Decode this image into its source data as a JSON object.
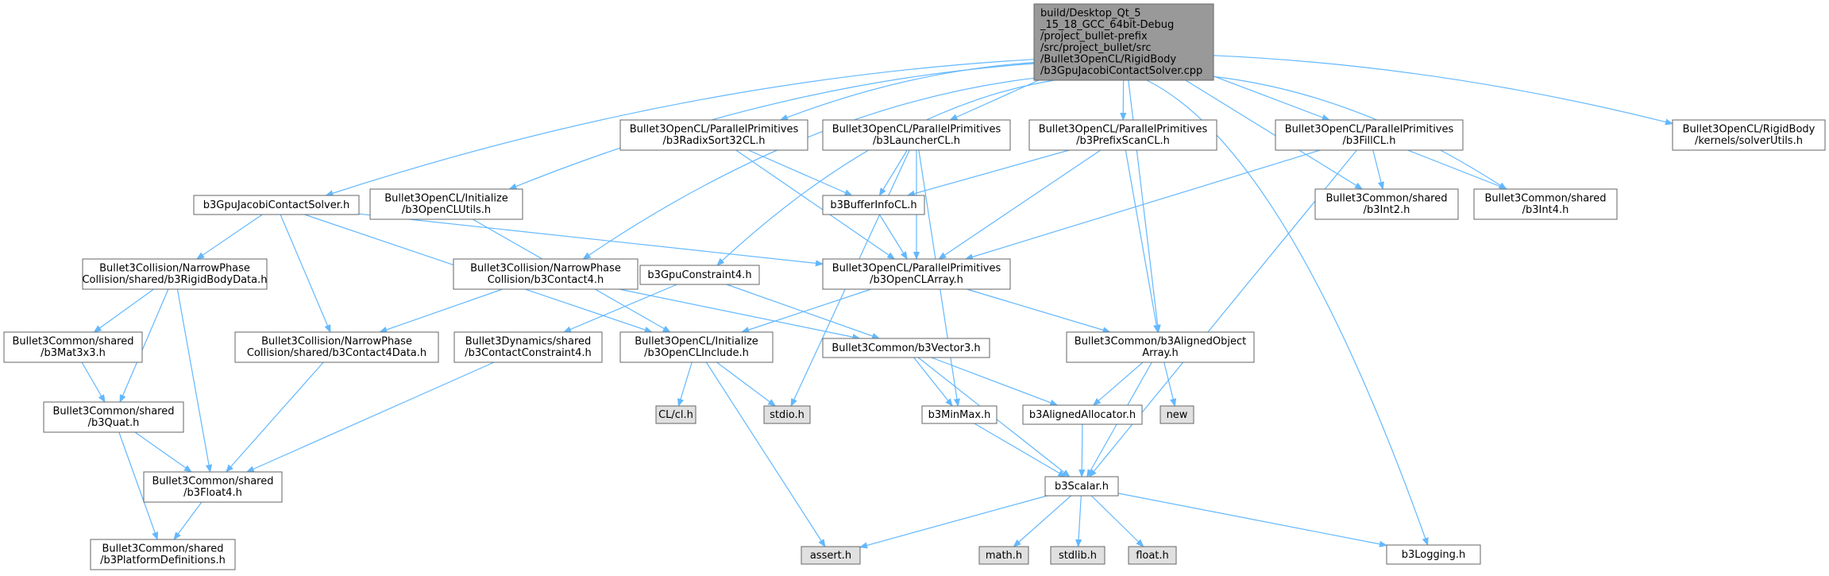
{
  "colors": {
    "root_fill": "#999999",
    "node_fill": "#ffffff",
    "system_fill": "#e0e0e0",
    "border": "#666666",
    "edge": "#63b8ff"
  },
  "nodes": [
    {
      "id": "root",
      "kind": "root",
      "lines": [
        "build/Desktop_Qt_5",
        "_15_18_GCC_64bit-Debug",
        "/project_bullet-prefix",
        "/src/project_bullet/src",
        "/Bullet3OpenCL/RigidBody",
        "/b3GpuJacobiContactSolver.cpp"
      ]
    },
    {
      "id": "solverh",
      "kind": "header",
      "lines": [
        "b3GpuJacobiContactSolver.h"
      ]
    },
    {
      "id": "utils",
      "kind": "header",
      "lines": [
        "Bullet3OpenCL/Initialize",
        "/b3OpenCLUtils.h"
      ]
    },
    {
      "id": "contact4",
      "kind": "header",
      "lines": [
        "Bullet3Collision/NarrowPhase",
        "Collision/b3Contact4.h"
      ]
    },
    {
      "id": "gpuconstraint",
      "kind": "header",
      "lines": [
        "b3GpuConstraint4.h"
      ]
    },
    {
      "id": "radix",
      "kind": "header",
      "lines": [
        "Bullet3OpenCL/ParallelPrimitives",
        "/b3RadixSort32CL.h"
      ]
    },
    {
      "id": "launcher",
      "kind": "header",
      "lines": [
        "Bullet3OpenCL/ParallelPrimitives",
        "/b3LauncherCL.h"
      ]
    },
    {
      "id": "prefix",
      "kind": "header",
      "lines": [
        "Bullet3OpenCL/ParallelPrimitives",
        "/b3PrefixScanCL.h"
      ]
    },
    {
      "id": "fill",
      "kind": "header",
      "lines": [
        "Bullet3OpenCL/ParallelPrimitives",
        "/b3FillCL.h"
      ]
    },
    {
      "id": "solverutils",
      "kind": "header",
      "lines": [
        "Bullet3OpenCL/RigidBody",
        "/kernels/solverUtils.h"
      ]
    },
    {
      "id": "bufferinfo",
      "kind": "header",
      "lines": [
        "b3BufferInfoCL.h"
      ]
    },
    {
      "id": "int2",
      "kind": "header",
      "lines": [
        "Bullet3Common/shared",
        "/b3Int2.h"
      ]
    },
    {
      "id": "int4",
      "kind": "header",
      "lines": [
        "Bullet3Common/shared",
        "/b3Int4.h"
      ]
    },
    {
      "id": "rigidbody",
      "kind": "header",
      "lines": [
        "Bullet3Collision/NarrowPhase",
        "Collision/shared/b3RigidBodyData.h"
      ]
    },
    {
      "id": "openclarray",
      "kind": "header",
      "lines": [
        "Bullet3OpenCL/ParallelPrimitives",
        "/b3OpenCLArray.h"
      ]
    },
    {
      "id": "mat3x3",
      "kind": "header",
      "lines": [
        "Bullet3Common/shared",
        "/b3Mat3x3.h"
      ]
    },
    {
      "id": "contact4data",
      "kind": "header",
      "lines": [
        "Bullet3Collision/NarrowPhase",
        "Collision/shared/b3Contact4Data.h"
      ]
    },
    {
      "id": "contactconstraint",
      "kind": "header",
      "lines": [
        "Bullet3Dynamics/shared",
        "/b3ContactConstraint4.h"
      ]
    },
    {
      "id": "openclinclude",
      "kind": "header",
      "lines": [
        "Bullet3OpenCL/Initialize",
        "/b3OpenCLInclude.h"
      ]
    },
    {
      "id": "vector3",
      "kind": "header",
      "lines": [
        "Bullet3Common/b3Vector3.h"
      ]
    },
    {
      "id": "alignedarray",
      "kind": "header",
      "lines": [
        "Bullet3Common/b3AlignedObject",
        "Array.h"
      ]
    },
    {
      "id": "quat",
      "kind": "header",
      "lines": [
        "Bullet3Common/shared",
        "/b3Quat.h"
      ]
    },
    {
      "id": "clh",
      "kind": "system",
      "lines": [
        "CL/cl.h"
      ]
    },
    {
      "id": "stdio",
      "kind": "system",
      "lines": [
        "stdio.h"
      ]
    },
    {
      "id": "minmax",
      "kind": "header",
      "lines": [
        "b3MinMax.h"
      ]
    },
    {
      "id": "allocator",
      "kind": "header",
      "lines": [
        "b3AlignedAllocator.h"
      ]
    },
    {
      "id": "new",
      "kind": "system",
      "lines": [
        "new"
      ]
    },
    {
      "id": "float4",
      "kind": "header",
      "lines": [
        "Bullet3Common/shared",
        "/b3Float4.h"
      ]
    },
    {
      "id": "scalar",
      "kind": "header",
      "lines": [
        "b3Scalar.h"
      ]
    },
    {
      "id": "platform",
      "kind": "header",
      "lines": [
        "Bullet3Common/shared",
        "/b3PlatformDefinitions.h"
      ]
    },
    {
      "id": "assert",
      "kind": "system",
      "lines": [
        "assert.h"
      ]
    },
    {
      "id": "math",
      "kind": "system",
      "lines": [
        "math.h"
      ]
    },
    {
      "id": "stdlib",
      "kind": "system",
      "lines": [
        "stdlib.h"
      ]
    },
    {
      "id": "floath",
      "kind": "system",
      "lines": [
        "float.h"
      ]
    },
    {
      "id": "logging",
      "kind": "header",
      "lines": [
        "b3Logging.h"
      ]
    }
  ],
  "edges": [
    [
      "root",
      "solverh"
    ],
    [
      "root",
      "utils"
    ],
    [
      "root",
      "contact4"
    ],
    [
      "root",
      "gpuconstraint"
    ],
    [
      "root",
      "radix"
    ],
    [
      "root",
      "launcher"
    ],
    [
      "root",
      "prefix"
    ],
    [
      "root",
      "fill"
    ],
    [
      "root",
      "solverutils"
    ],
    [
      "root",
      "int2"
    ],
    [
      "root",
      "int4"
    ],
    [
      "root",
      "alignedarray"
    ],
    [
      "root",
      "logging"
    ],
    [
      "solverh",
      "rigidbody"
    ],
    [
      "solverh",
      "contact4data"
    ],
    [
      "solverh",
      "openclinclude"
    ],
    [
      "solverh",
      "openclarray"
    ],
    [
      "utils",
      "openclinclude"
    ],
    [
      "contact4",
      "contact4data"
    ],
    [
      "contact4",
      "vector3"
    ],
    [
      "gpuconstraint",
      "contactconstraint"
    ],
    [
      "gpuconstraint",
      "vector3"
    ],
    [
      "radix",
      "bufferinfo"
    ],
    [
      "radix",
      "openclarray"
    ],
    [
      "launcher",
      "bufferinfo"
    ],
    [
      "launcher",
      "openclarray"
    ],
    [
      "launcher",
      "stdio"
    ],
    [
      "launcher",
      "minmax"
    ],
    [
      "prefix",
      "bufferinfo"
    ],
    [
      "prefix",
      "openclarray"
    ],
    [
      "prefix",
      "alignedarray"
    ],
    [
      "fill",
      "openclarray"
    ],
    [
      "fill",
      "int2"
    ],
    [
      "fill",
      "int4"
    ],
    [
      "fill",
      "scalar"
    ],
    [
      "bufferinfo",
      "openclarray"
    ],
    [
      "openclarray",
      "openclinclude"
    ],
    [
      "openclarray",
      "alignedarray"
    ],
    [
      "rigidbody",
      "mat3x3"
    ],
    [
      "rigidbody",
      "quat"
    ],
    [
      "rigidbody",
      "float4"
    ],
    [
      "mat3x3",
      "quat"
    ],
    [
      "quat",
      "float4"
    ],
    [
      "quat",
      "platform"
    ],
    [
      "float4",
      "platform"
    ],
    [
      "contact4data",
      "float4"
    ],
    [
      "contactconstraint",
      "float4"
    ],
    [
      "openclinclude",
      "clh"
    ],
    [
      "openclinclude",
      "stdio"
    ],
    [
      "openclinclude",
      "assert"
    ],
    [
      "vector3",
      "minmax"
    ],
    [
      "vector3",
      "allocator"
    ],
    [
      "vector3",
      "scalar"
    ],
    [
      "alignedarray",
      "allocator"
    ],
    [
      "alignedarray",
      "new"
    ],
    [
      "alignedarray",
      "scalar"
    ],
    [
      "minmax",
      "scalar"
    ],
    [
      "allocator",
      "scalar"
    ],
    [
      "scalar",
      "assert"
    ],
    [
      "scalar",
      "math"
    ],
    [
      "scalar",
      "stdlib"
    ],
    [
      "scalar",
      "floath"
    ],
    [
      "scalar",
      "logging"
    ]
  ]
}
